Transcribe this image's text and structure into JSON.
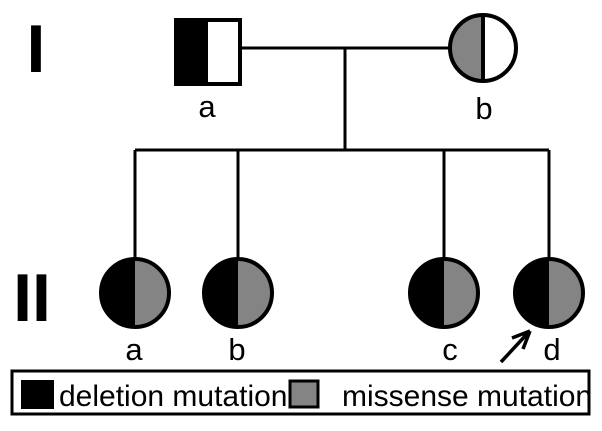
{
  "colors": {
    "deletion": "#000000",
    "missense": "#848484",
    "unaffected": "#ffffff",
    "line": "#000000",
    "background": "#ffffff"
  },
  "generation_I": {
    "label": "I",
    "individuals": [
      {
        "label": "a",
        "shape": "square",
        "left_fill": "#000000",
        "right_fill": "#ffffff"
      },
      {
        "label": "b",
        "shape": "circle",
        "left_fill": "#848484",
        "right_fill": "#ffffff"
      }
    ]
  },
  "generation_II": {
    "label": "II",
    "individuals": [
      {
        "label": "a",
        "shape": "circle",
        "left_fill": "#000000",
        "right_fill": "#848484"
      },
      {
        "label": "b",
        "shape": "circle",
        "left_fill": "#000000",
        "right_fill": "#848484"
      },
      {
        "label": "c",
        "shape": "circle",
        "left_fill": "#000000",
        "right_fill": "#848484"
      },
      {
        "label": "d",
        "shape": "circle",
        "left_fill": "#000000",
        "right_fill": "#848484",
        "proband": true
      }
    ]
  },
  "legend": {
    "items": [
      {
        "label": "deletion mutation",
        "swatch_fill": "#000000"
      },
      {
        "label": "missense mutation",
        "swatch_fill": "#848484"
      }
    ]
  },
  "icons": {
    "proband_arrow": "arrow-icon pointing to individual II-d"
  }
}
